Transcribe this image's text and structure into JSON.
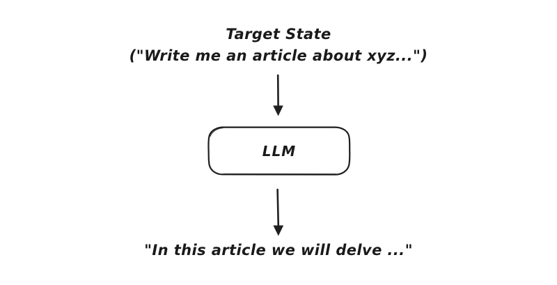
{
  "diagram": {
    "title_block": {
      "line1": "Target State",
      "line2": "(\"Write me an article about xyz...\")"
    },
    "node": {
      "label": "LLM",
      "shape": "rounded-rectangle"
    },
    "output_block": {
      "text": "\"In this article we will delve ...\""
    },
    "arrows": [
      {
        "name": "arrow-target-to-llm",
        "direction": "down",
        "from": "Target State",
        "to": "LLM"
      },
      {
        "name": "arrow-llm-to-output",
        "direction": "down",
        "from": "LLM",
        "to": "\"In this article we will delve ...\""
      }
    ],
    "colors": {
      "background": "#ffffff",
      "stroke": "#1f1f1f",
      "text": "#1a1a1a"
    }
  }
}
